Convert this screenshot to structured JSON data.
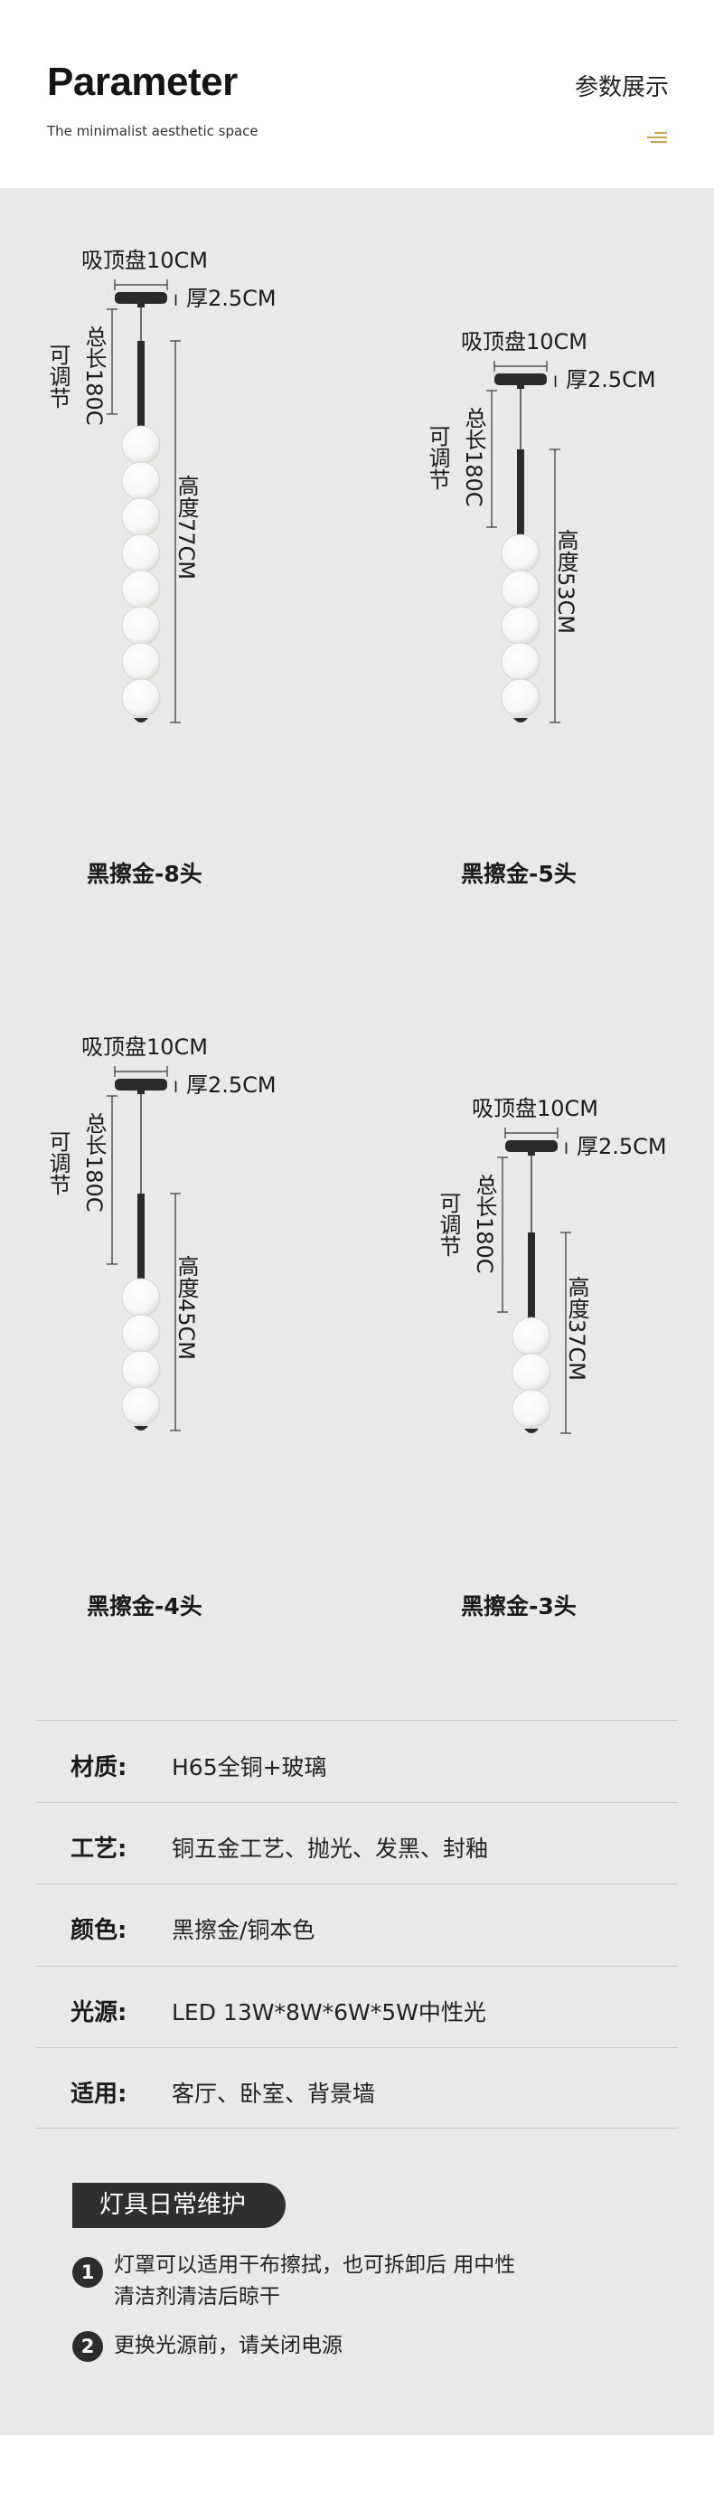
{
  "header": {
    "title": "Parameter",
    "subtitle": "The minimalist aesthetic space",
    "cn_title": "参数展示"
  },
  "dims": {
    "canopy": "吸顶盘10CM",
    "thickness": "厚2.5CM",
    "total_length": "总长180C",
    "adjustable": "可调节",
    "tick_mark": "I"
  },
  "lamps": [
    {
      "height": "高度77CM",
      "caption": "黑擦金-8头",
      "globes": 8
    },
    {
      "height": "高度53CM",
      "caption": "黑擦金-5头",
      "globes": 5
    },
    {
      "height": "高度45CM",
      "caption": "黑擦金-4头",
      "globes": 4
    },
    {
      "height": "高度37CM",
      "caption": "黑擦金-3头",
      "globes": 3
    }
  ],
  "specs": [
    {
      "label": "材质:",
      "value": "H65全铜+玻璃"
    },
    {
      "label": "工艺:",
      "value": "铜五金工艺、抛光、发黑、封釉"
    },
    {
      "label": "颜色:",
      "value": "黑擦金/铜本色"
    },
    {
      "label": "光源:",
      "value": "LED 13W*8W*6W*5W中性光"
    },
    {
      "label": "适用:",
      "value": "客厅、卧室、背景墙"
    }
  ],
  "maintenance": {
    "title": "灯具日常维护",
    "items": [
      {
        "num": "1",
        "line1": "灯罩可以适用干布擦拭，也可拆卸后 用中性",
        "line2": "清洁剂清洁后晾干"
      },
      {
        "num": "2",
        "line1": "更换光源前，请关闭电源",
        "line2": ""
      }
    ]
  },
  "colors": {
    "header_bg": "#ffffff",
    "panel_bg": "#e9e9e9",
    "accent_gold": "#c9a24a",
    "fixture_black": "#2a2a2a",
    "globe_white": "#f6f6f4"
  }
}
